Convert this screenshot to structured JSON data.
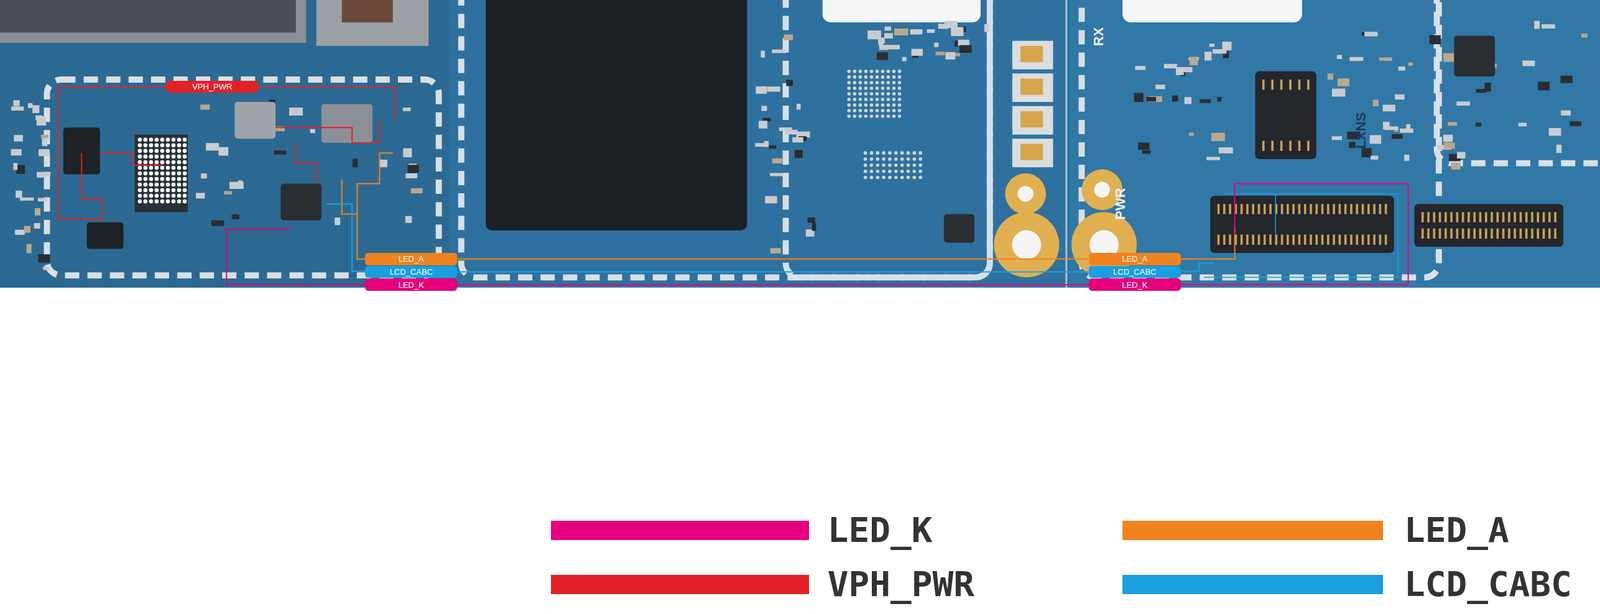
{
  "diagram": {
    "nodes": [
      {
        "text": [
          "VPH_PWR"
        ]
      },
      {
        "text": [
          "LED_A"
        ]
      },
      {
        "text": [
          "LCD_CABC"
        ]
      },
      {
        "text": [
          "LED_K"
        ]
      },
      {
        "text": [
          "LED_A"
        ]
      },
      {
        "text": [
          "LCD_CABC"
        ]
      },
      {
        "text": [
          "LED_K"
        ]
      }
    ],
    "edges": [
      {
        "from": 1,
        "to": 4,
        "arrow": "none"
      },
      {
        "from": 2,
        "to": 5,
        "arrow": "none"
      },
      {
        "from": 3,
        "to": 6,
        "arrow": "none"
      }
    ],
    "labels": [
      "RX",
      "PWR",
      "LXNS"
    ],
    "legend": [
      {
        "text": "LED_K",
        "color": "#e6007e"
      },
      {
        "text": "LED_A",
        "color": "#f0831e"
      },
      {
        "text": "VPH_PWR",
        "color": "#e32228"
      },
      {
        "text": "LCD_CABC",
        "color": "#1a9fe0"
      }
    ]
  }
}
